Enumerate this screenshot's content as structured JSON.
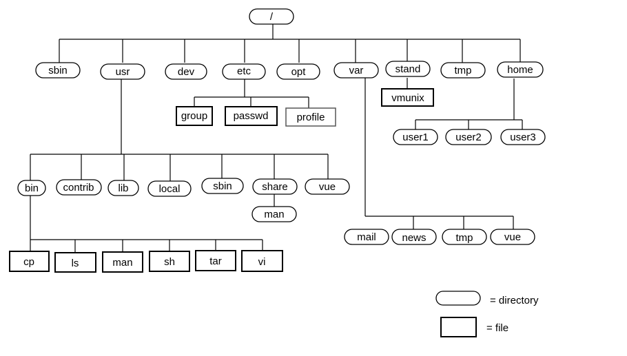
{
  "nodes": {
    "root": "/",
    "sbin": "sbin",
    "usr": "usr",
    "dev": "dev",
    "etc": "etc",
    "opt": "opt",
    "var": "var",
    "stand": "stand",
    "tmp": "tmp",
    "home": "home",
    "group": "group",
    "passwd": "passwd",
    "profile": "profile",
    "vmunix": "vmunix",
    "user1": "user1",
    "user2": "user2",
    "user3": "user3",
    "usr_bin": "bin",
    "usr_contrib": "contrib",
    "usr_lib": "lib",
    "usr_local": "local",
    "usr_sbin": "sbin",
    "usr_share": "share",
    "usr_vue": "vue",
    "share_man": "man",
    "bin_cp": "cp",
    "bin_ls": "ls",
    "bin_man": "man",
    "bin_sh": "sh",
    "bin_tar": "tar",
    "bin_vi": "vi",
    "var_mail": "mail",
    "var_news": "news",
    "var_tmp": "tmp",
    "var_vue": "vue"
  },
  "legend": {
    "directory": "= directory",
    "file": "= file"
  }
}
